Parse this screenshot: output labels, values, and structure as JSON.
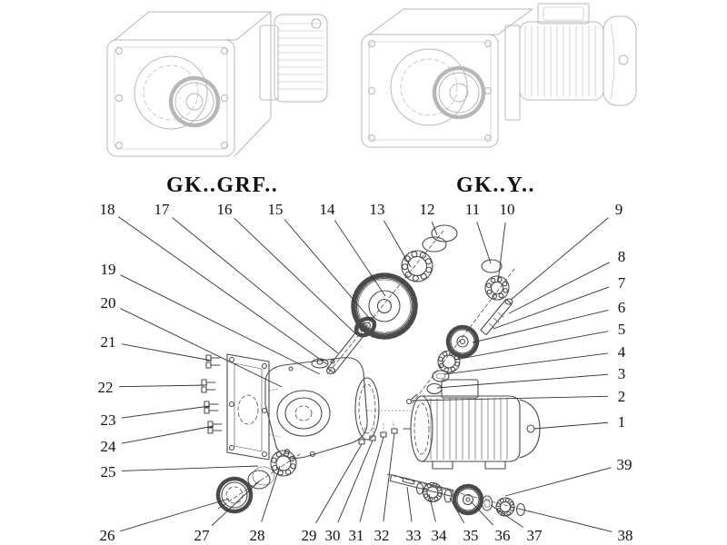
{
  "colors": {
    "background": "#ffffff",
    "drawing_light": "#b7b7b7",
    "part_line": "#4a4a4a",
    "leader_line": "#333333",
    "text": "#111111"
  },
  "variant_labels": [
    {
      "id": "grf",
      "text": "GK..GRF.."
    },
    {
      "id": "y",
      "text": "GK..Y.."
    }
  ],
  "callouts": [
    {
      "num": "18",
      "label": [
        118,
        230
      ],
      "target": [
        360,
        401
      ]
    },
    {
      "num": "17",
      "label": [
        178,
        230
      ],
      "target": [
        372,
        389
      ]
    },
    {
      "num": "16",
      "label": [
        247,
        230
      ],
      "target": [
        392,
        368
      ]
    },
    {
      "num": "15",
      "label": [
        303,
        230
      ],
      "target": [
        408,
        352
      ]
    },
    {
      "num": "14",
      "label": [
        360,
        230
      ],
      "target": [
        424,
        326
      ]
    },
    {
      "num": "13",
      "label": [
        415,
        230
      ],
      "target": [
        452,
        294
      ]
    },
    {
      "num": "12",
      "label": [
        470,
        230
      ],
      "target": [
        481,
        259
      ]
    },
    {
      "num": "11",
      "label": [
        520,
        230
      ],
      "target": [
        540,
        290
      ]
    },
    {
      "num": "10",
      "label": [
        558,
        230
      ],
      "target": [
        548,
        310
      ]
    },
    {
      "num": "9",
      "label": [
        681,
        230
      ],
      "target": [
        562,
        330
      ]
    },
    {
      "num": "8",
      "label": [
        684,
        282
      ],
      "target": [
        560,
        345
      ]
    },
    {
      "num": "7",
      "label": [
        684,
        311
      ],
      "target": [
        543,
        362
      ]
    },
    {
      "num": "6",
      "label": [
        684,
        338
      ],
      "target": [
        520,
        377
      ]
    },
    {
      "num": "5",
      "label": [
        684,
        362
      ],
      "target": [
        501,
        396
      ]
    },
    {
      "num": "4",
      "label": [
        684,
        387
      ],
      "target": [
        489,
        412
      ]
    },
    {
      "num": "3",
      "label": [
        684,
        411
      ],
      "target": [
        481,
        427
      ]
    },
    {
      "num": "2",
      "label": [
        684,
        436
      ],
      "target": [
        453,
        441
      ]
    },
    {
      "num": "1",
      "label": [
        684,
        464
      ],
      "target": [
        588,
        472
      ]
    },
    {
      "num": "39",
      "label": [
        687,
        511
      ],
      "target": [
        556,
        546
      ]
    },
    {
      "num": "19",
      "label": [
        119,
        296
      ],
      "target": [
        352,
        412
      ]
    },
    {
      "num": "20",
      "label": [
        119,
        333
      ],
      "target": [
        310,
        426
      ]
    },
    {
      "num": "21",
      "label": [
        119,
        376
      ],
      "target": [
        233,
        397
      ]
    },
    {
      "num": "22",
      "label": [
        116,
        426
      ],
      "target": [
        228,
        424
      ]
    },
    {
      "num": "23",
      "label": [
        119,
        462
      ],
      "target": [
        231,
        447
      ]
    },
    {
      "num": "24",
      "label": [
        119,
        491
      ],
      "target": [
        235,
        469
      ]
    },
    {
      "num": "25",
      "label": [
        119,
        519
      ],
      "target": [
        284,
        513
      ]
    },
    {
      "num": "26",
      "label": [
        118,
        589
      ],
      "target": [
        252,
        549
      ]
    },
    {
      "num": "27",
      "label": [
        222,
        589
      ],
      "target": [
        286,
        529
      ]
    },
    {
      "num": "28",
      "label": [
        283,
        589
      ],
      "target": [
        308,
        513
      ]
    },
    {
      "num": "29",
      "label": [
        340,
        589
      ],
      "target": [
        398,
        489
      ]
    },
    {
      "num": "30",
      "label": [
        366,
        589
      ],
      "target": [
        410,
        485
      ]
    },
    {
      "num": "31",
      "label": [
        392,
        589
      ],
      "target": [
        422,
        481
      ]
    },
    {
      "num": "32",
      "label": [
        420,
        589
      ],
      "target": [
        434,
        477
      ]
    },
    {
      "num": "33",
      "label": [
        455,
        589
      ],
      "target": [
        448,
        536
      ]
    },
    {
      "num": "34",
      "label": [
        483,
        589
      ],
      "target": [
        472,
        544
      ]
    },
    {
      "num": "35",
      "label": [
        518,
        589
      ],
      "target": [
        495,
        548
      ]
    },
    {
      "num": "36",
      "label": [
        553,
        589
      ],
      "target": [
        518,
        552
      ]
    },
    {
      "num": "37",
      "label": [
        588,
        589
      ],
      "target": [
        540,
        556
      ]
    },
    {
      "num": "38",
      "label": [
        688,
        589
      ],
      "target": [
        571,
        560
      ]
    }
  ]
}
